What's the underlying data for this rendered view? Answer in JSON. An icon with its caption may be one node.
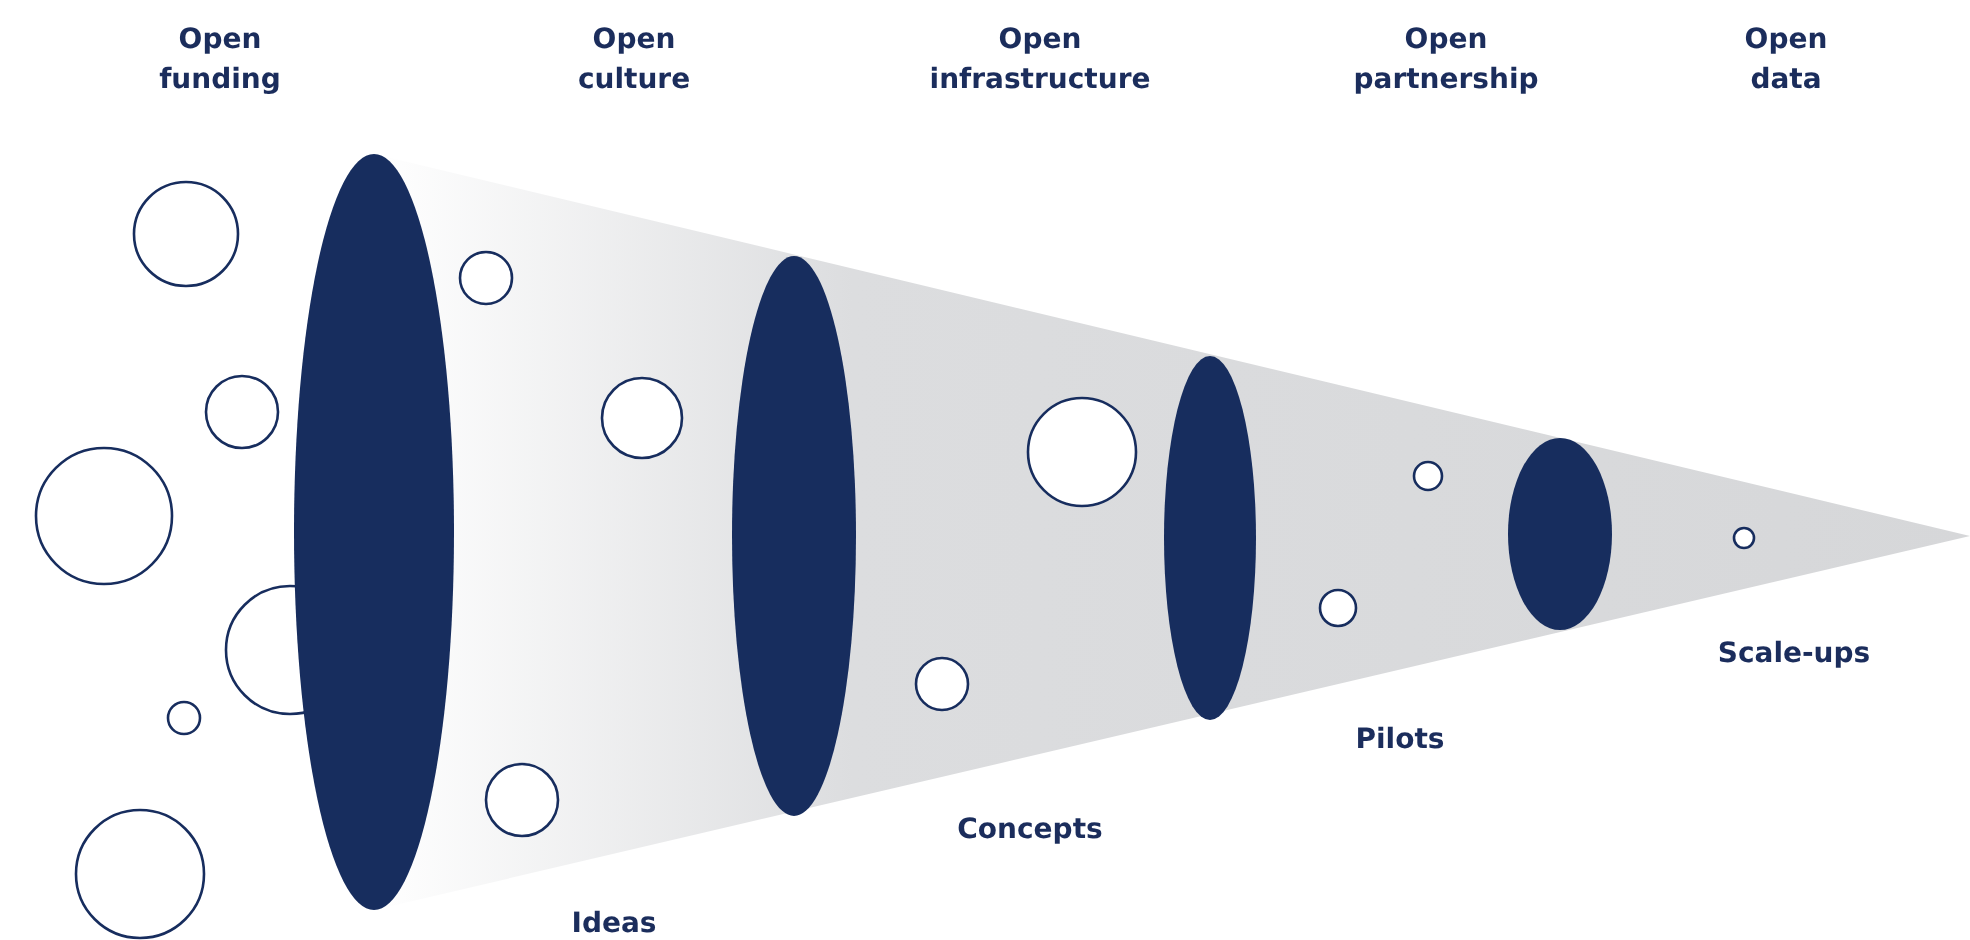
{
  "diagram": {
    "nodes": [
      {
        "text": [],
        "shape": "ellipse"
      },
      {
        "text": [],
        "shape": "ellipse"
      },
      {
        "text": [],
        "shape": "ellipse"
      },
      {
        "text": [],
        "shape": "ellipse"
      }
    ],
    "labels": [
      "Open funding",
      "Open culture",
      "Open infrastructure",
      "Open partnership",
      "Open data",
      "Ideas",
      "Concepts",
      "Pilots",
      "Scale-ups"
    ]
  }
}
